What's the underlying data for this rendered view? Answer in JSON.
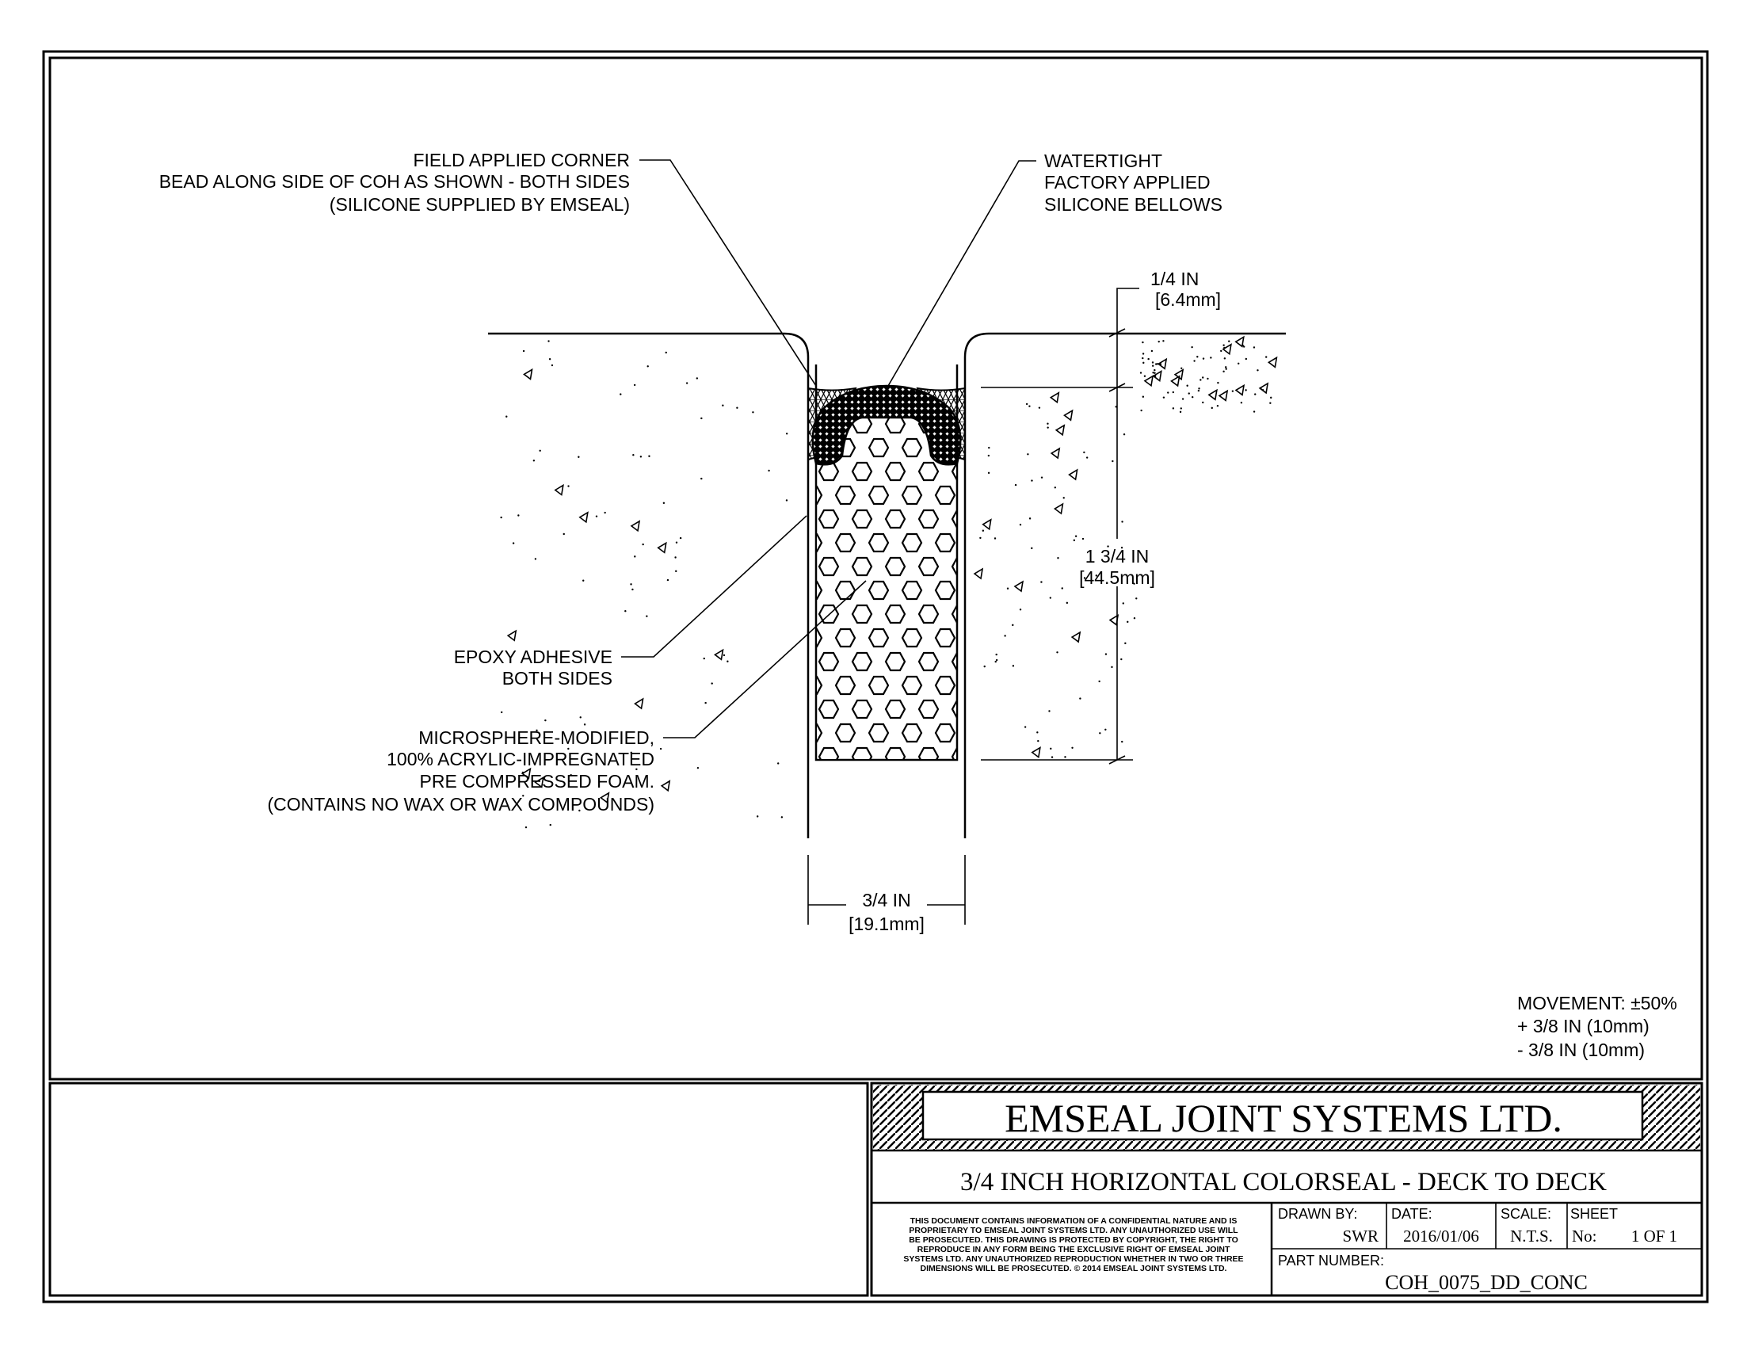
{
  "labels": {
    "corner_bead": [
      "FIELD APPLIED CORNER",
      "BEAD ALONG SIDE OF COH AS SHOWN - BOTH SIDES",
      "(SILICONE SUPPLIED BY EMSEAL)"
    ],
    "bellows": [
      "WATERTIGHT",
      "FACTORY APPLIED",
      "SILICONE BELLOWS"
    ],
    "epoxy": [
      "EPOXY ADHESIVE",
      "BOTH SIDES"
    ],
    "foam": [
      "MICROSPHERE-MODIFIED,",
      "100% ACRYLIC-IMPREGNATED",
      "PRE COMPRESSED FOAM.",
      "(CONTAINS NO WAX OR WAX COMPOUNDS)"
    ]
  },
  "dimensions": {
    "recess": [
      "1/4 IN",
      "[6.4mm]"
    ],
    "depth": [
      "1 3/4 IN",
      "[44.5mm]"
    ],
    "width": [
      "3/4 IN",
      "[19.1mm]"
    ]
  },
  "movement": [
    "MOVEMENT: ±50%",
    "+ 3/8 IN (10mm)",
    "- 3/8 IN (10mm)"
  ],
  "title_block": {
    "company": "EMSEAL JOINT SYSTEMS LTD.",
    "title": "3/4 INCH HORIZONTAL COLORSEAL -  DECK TO DECK",
    "disclaimer": [
      "THIS DOCUMENT CONTAINS INFORMATION OF A CONFIDENTIAL NATURE AND IS",
      "PROPRIETARY TO EMSEAL JOINT SYSTEMS LTD. ANY UNAUTHORIZED USE WILL",
      "BE PROSECUTED. THIS DRAWING IS PROTECTED BY COPYRIGHT, THE RIGHT TO",
      "REPRODUCE IN ANY FORM BEING THE EXCLUSIVE RIGHT OF EMSEAL JOINT",
      "SYSTEMS LTD. ANY UNAUTHORIZED REPRODUCTION WHETHER IN TWO OR THREE",
      "DIMENSIONS WILL BE PROSECUTED. © 2014 EMSEAL JOINT SYSTEMS LTD."
    ],
    "drawn_by_label": "DRAWN BY:",
    "drawn_by": "SWR",
    "date_label": "DATE:",
    "date": "2016/01/06",
    "scale_label": "SCALE:",
    "scale": "N.T.S.",
    "sheet_label": "SHEET",
    "sheet_no_label": "No:",
    "sheet": "1 OF 1",
    "part_number_label": "PART NUMBER:",
    "part_number": "COH_0075_DD_CONC"
  }
}
